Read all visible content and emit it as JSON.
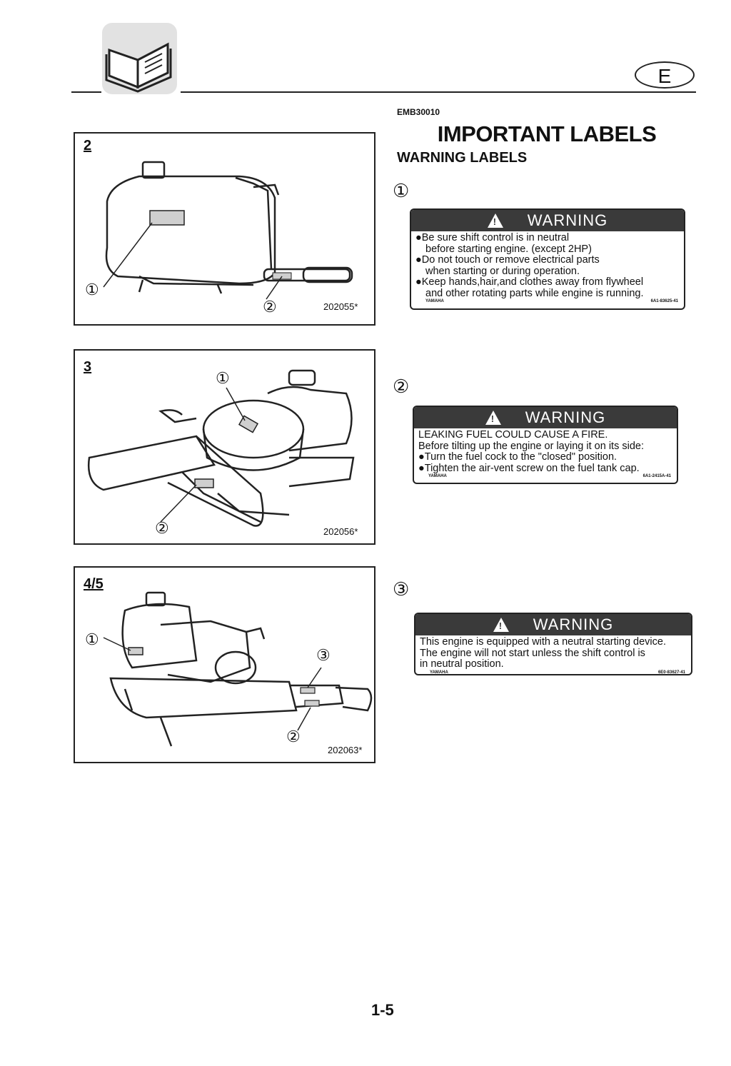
{
  "header": {
    "lang_badge": "E"
  },
  "doc_code": "EMB30010",
  "title": "IMPORTANT LABELS",
  "subtitle": "WARNING LABELS",
  "figures": [
    {
      "number": "2",
      "id": "202055*",
      "callout_1": "①",
      "callout_2": "②"
    },
    {
      "number": "3",
      "id": "202056*",
      "callout_1": "①",
      "callout_2": "②"
    },
    {
      "number": "4/5",
      "id": "202063*",
      "callout_1": "①",
      "callout_2": "②",
      "callout_3": "③"
    }
  ],
  "labels": [
    {
      "marker": "①",
      "heading": "WARNING",
      "lines": [
        "●Be sure shift control is in neutral",
        "before starting engine. (except 2HP)",
        "●Do not touch or remove electrical parts",
        "when starting or during operation.",
        "●Keep hands,hair,and clothes away from flywheel",
        "and other rotating parts while engine is running."
      ],
      "brand": "YAMAHA",
      "part": "6A1-83625-41"
    },
    {
      "marker": "②",
      "heading": "WARNING",
      "lines": [
        "LEAKING FUEL COULD CAUSE A FIRE.",
        "Before tilting up the engine or laying it on its side:",
        "●Turn the fuel cock to the \"closed\" position.",
        "●Tighten the air-vent screw on the fuel tank cap."
      ],
      "brand": "YAMAHA",
      "part": "6A1-2415A-41"
    },
    {
      "marker": "③",
      "heading": "WARNING",
      "lines": [
        "This engine is equipped with a neutral starting device.",
        "The engine will not start unless the shift control is",
        "in neutral position."
      ],
      "brand": "YAMAHA",
      "part": "6E0-83627-41"
    }
  ],
  "page_number": "1-5",
  "icons": {
    "manual": "open-book-icon",
    "warning": "warning-triangle-icon"
  }
}
